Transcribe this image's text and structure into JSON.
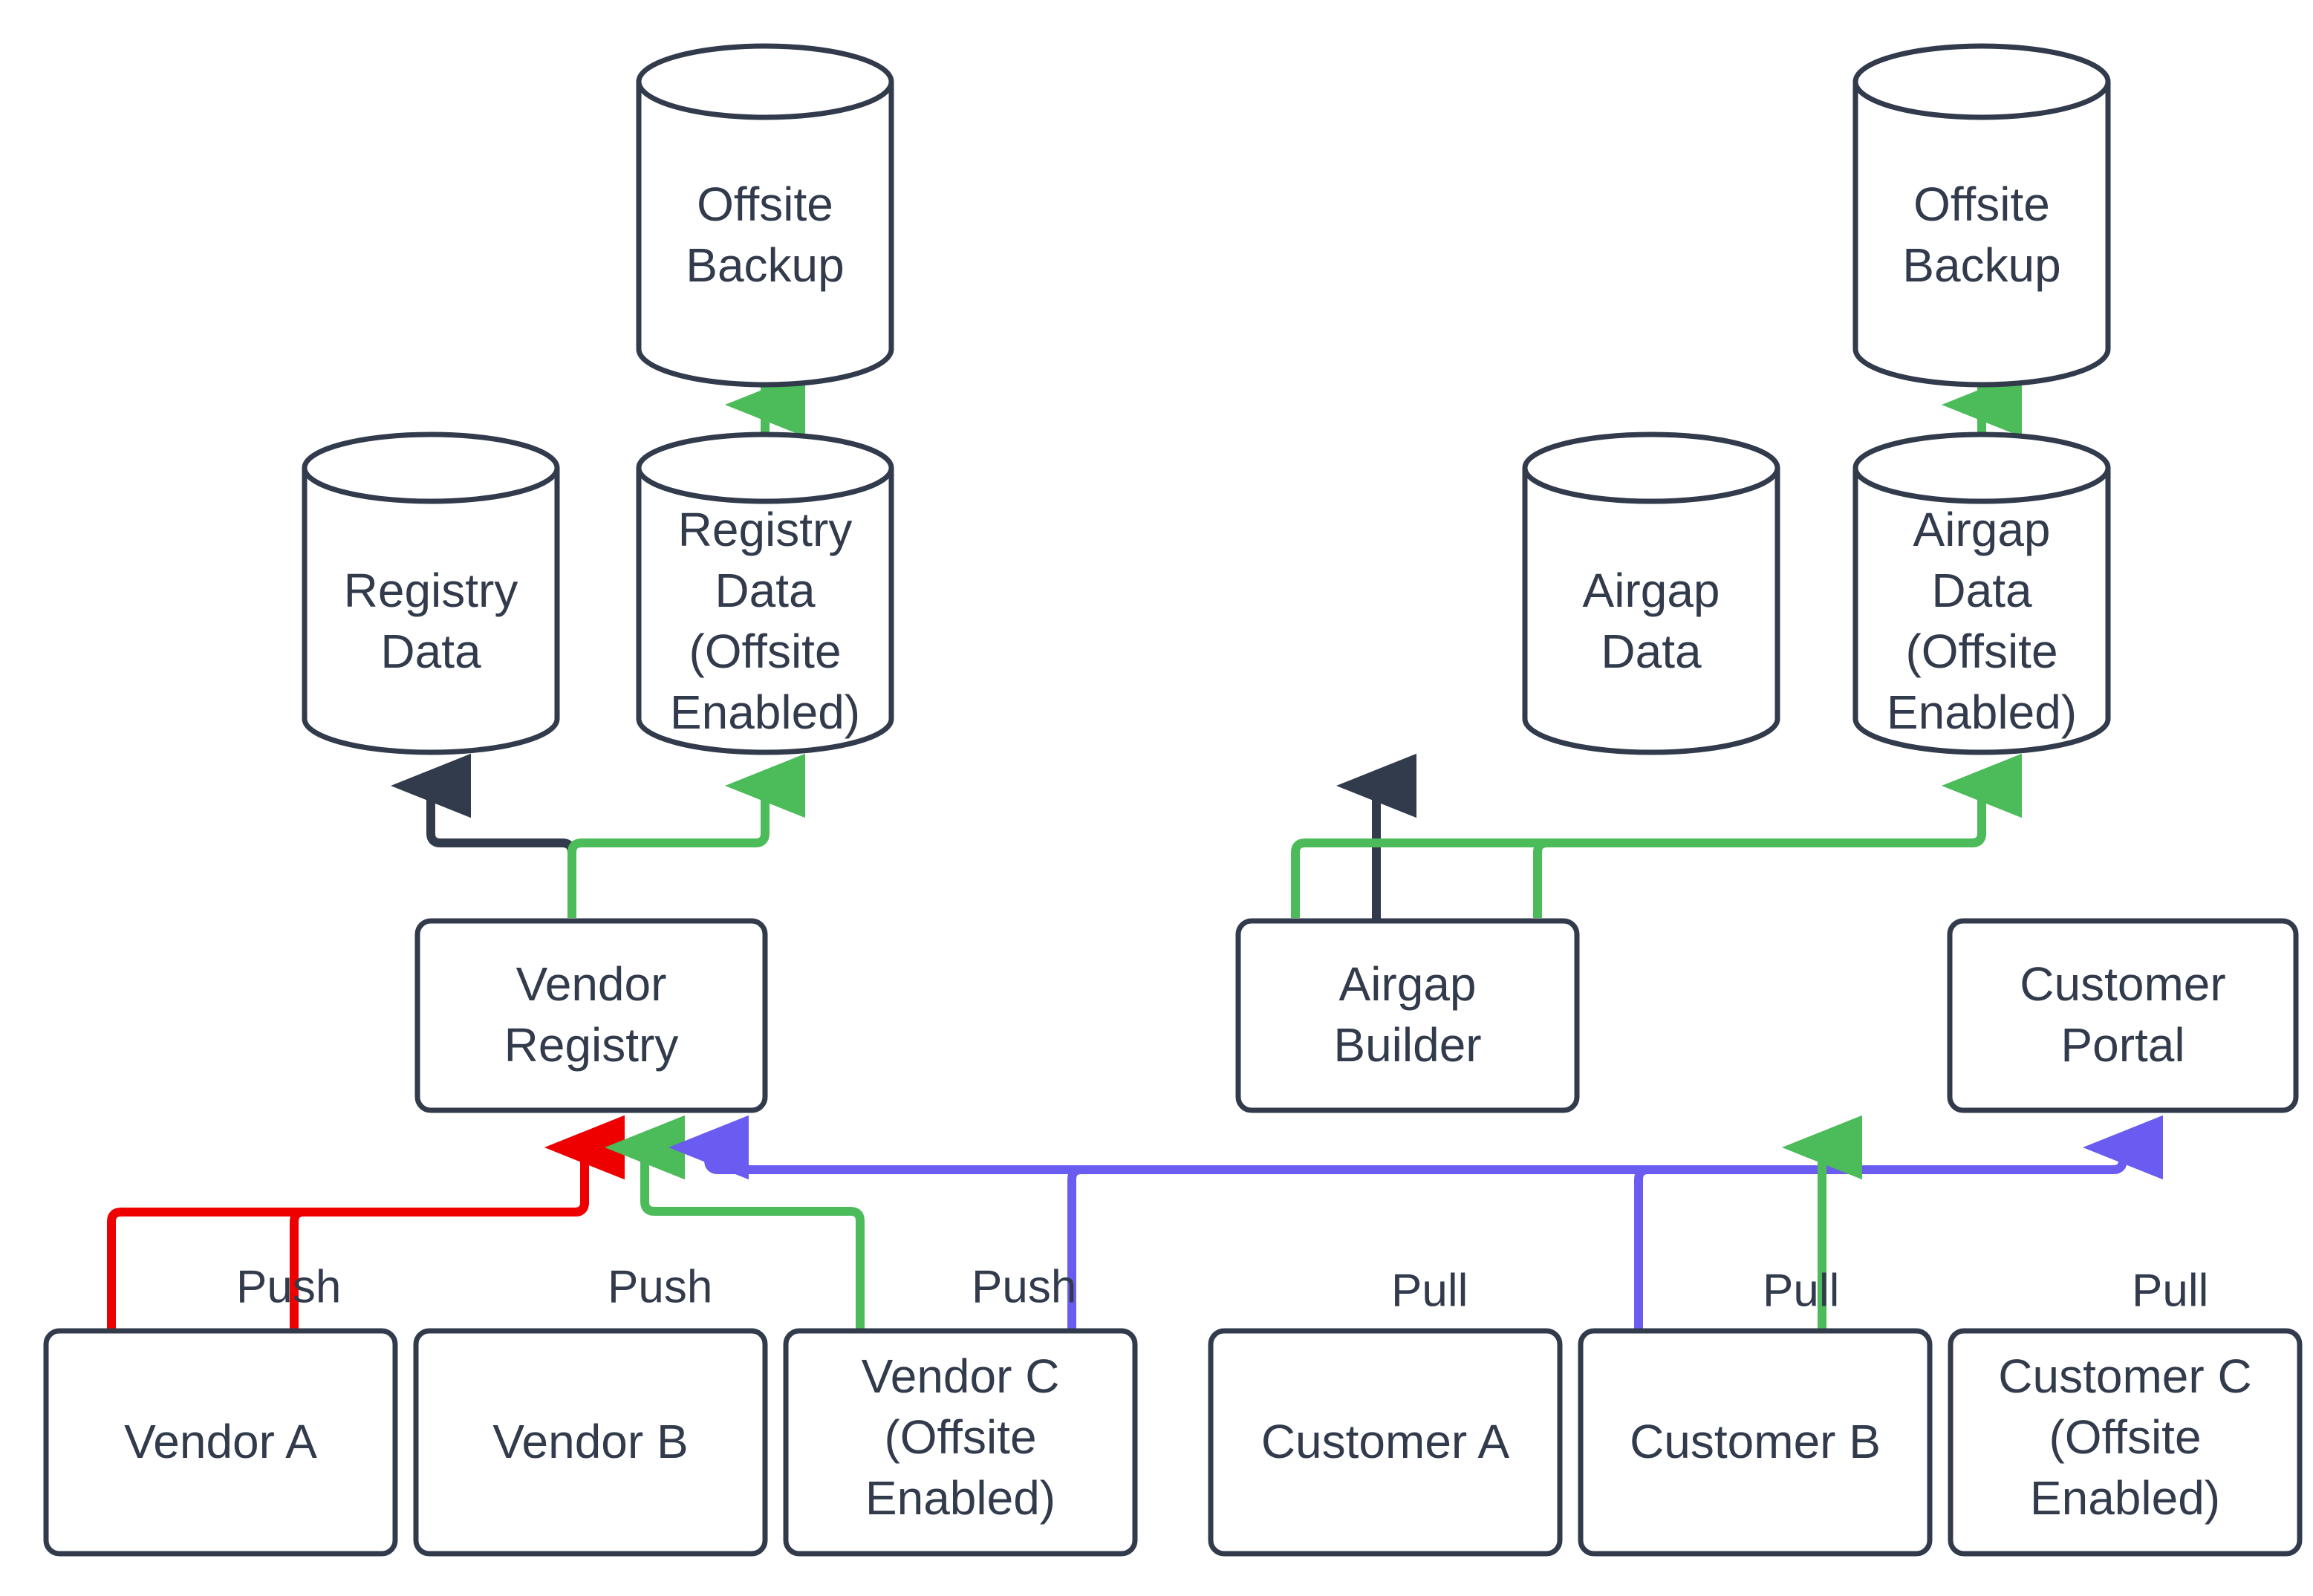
{
  "diagram": {
    "title": "Registry and Airgap Data Flow",
    "background": "#ffffff",
    "colors": {
      "node_stroke": "#323B4C",
      "node_fill": "#ffffff",
      "text": "#323B4C",
      "edge_dark": "#323B4C",
      "edge_green": "#4CBB59",
      "edge_red": "#EE0000",
      "edge_blue": "#6A5CF0"
    }
  },
  "nodes": {
    "offsite_backup_left": {
      "label_line1": "Offsite",
      "label_line2": "Backup",
      "shape": "cylinder"
    },
    "offsite_backup_right": {
      "label_line1": "Offsite",
      "label_line2": "Backup",
      "shape": "cylinder"
    },
    "registry_data": {
      "label_line1": "Registry",
      "label_line2": "Data",
      "shape": "cylinder"
    },
    "registry_data_offsite": {
      "label_line1": "Registry",
      "label_line2": "Data",
      "label_line3": "(Offsite",
      "label_line4": "Enabled)",
      "shape": "cylinder"
    },
    "airgap_data": {
      "label_line1": "Airgap",
      "label_line2": "Data",
      "shape": "cylinder"
    },
    "airgap_data_offsite": {
      "label_line1": "Airgap",
      "label_line2": "Data",
      "label_line3": "(Offsite",
      "label_line4": "Enabled)",
      "shape": "cylinder"
    },
    "vendor_registry": {
      "label_line1": "Vendor",
      "label_line2": "Registry",
      "shape": "box"
    },
    "airgap_builder": {
      "label_line1": "Airgap",
      "label_line2": "Builder",
      "shape": "box"
    },
    "customer_portal": {
      "label_line1": "Customer",
      "label_line2": "Portal",
      "shape": "box"
    },
    "vendor_a": {
      "label_line1": "Vendor A",
      "shape": "box"
    },
    "vendor_b": {
      "label_line1": "Vendor B",
      "shape": "box"
    },
    "vendor_c": {
      "label_line1": "Vendor C",
      "label_line2": "(Offsite",
      "label_line3": "Enabled)",
      "shape": "box"
    },
    "customer_a": {
      "label_line1": "Customer A",
      "shape": "box"
    },
    "customer_b": {
      "label_line1": "Customer B",
      "shape": "box"
    },
    "customer_c": {
      "label_line1": "Customer C",
      "label_line2": "(Offsite",
      "label_line3": "Enabled)",
      "shape": "box"
    }
  },
  "edge_labels": {
    "vendor_a_push": "Push",
    "vendor_b_push": "Push",
    "vendor_c_push": "Push",
    "customer_a_pull": "Pull",
    "customer_b_pull": "Pull",
    "customer_c_pull": "Pull"
  }
}
